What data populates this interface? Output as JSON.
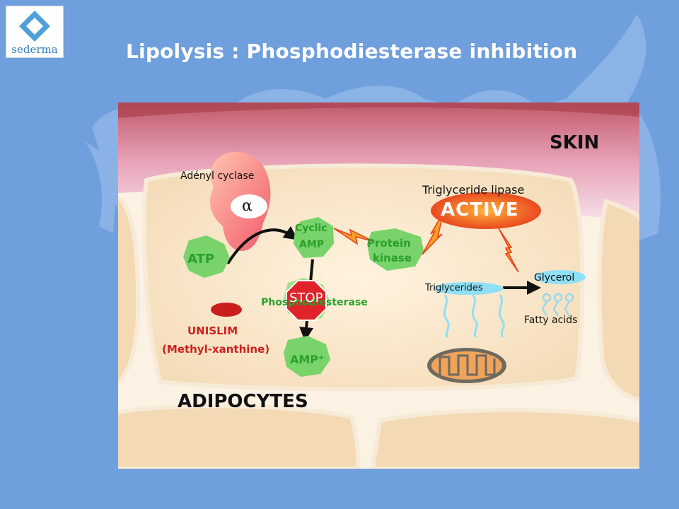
{
  "slide": {
    "title": "Lipolysis : Phosphodiesterase inhibition",
    "logo_text": "sederma"
  },
  "colors": {
    "background": "#6f9fdc",
    "skin": "#c46a78",
    "green_label": "#2aa02a",
    "red_label": "#cc2222",
    "stop_sign": "#e0232a",
    "active_badge": "#e8401c"
  },
  "diagram": {
    "skin_label": "SKIN",
    "adipocytes_label": "ADIPOCYTES",
    "adenyl_cyclase": "Adényl cyclase",
    "alpha_symbol": "α",
    "atp": "ATP",
    "cyclic_amp_line1": "Cyclic",
    "cyclic_amp_line2": "AMP",
    "protein_kinase_line1": "Protein",
    "protein_kinase_line2": "kinase",
    "triglyceride_lipase": "Triglyceride lipase",
    "active_badge": "ACTIVE",
    "stop_sign": "STOP",
    "phosphodiesterase": "Phosphodiesterase",
    "amp_plus": "AMP⁺",
    "unislim": "UNISLIM",
    "methyl_xanthine": "(Methyl-xanthine)",
    "triglycerides": "Triglycerides",
    "glycerol": "Glycerol",
    "fatty_acids": "Fatty acids"
  }
}
